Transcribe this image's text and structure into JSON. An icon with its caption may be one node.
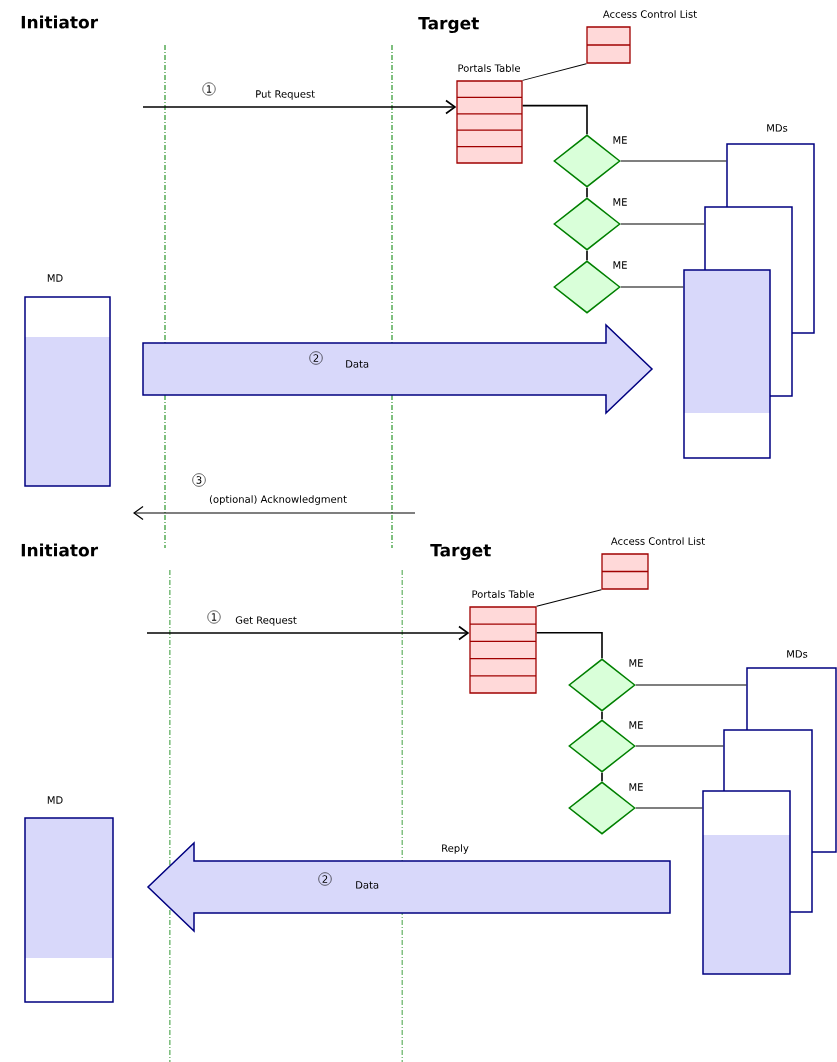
{
  "diagram": {
    "nodes": [
      {
        "text": [
          "Portals Table"
        ]
      },
      {
        "text": [
          "Access Control List"
        ]
      },
      {
        "text": [
          "ME"
        ]
      },
      {
        "text": [
          "ME"
        ]
      },
      {
        "text": [
          "ME"
        ]
      },
      {
        "text": [
          "MDs"
        ]
      },
      {
        "text": [],
        "shape": "box"
      },
      {
        "text": [],
        "shape": "box"
      },
      {
        "text": [
          "MD"
        ]
      },
      {
        "text": [
          "Portals Table"
        ]
      },
      {
        "text": [
          "Access Control List"
        ]
      },
      {
        "text": [
          "ME"
        ]
      },
      {
        "text": [
          "ME"
        ]
      },
      {
        "text": [
          "ME"
        ]
      },
      {
        "text": [
          "MDs"
        ]
      },
      {
        "text": [],
        "shape": "box"
      },
      {
        "text": [],
        "shape": "box"
      },
      {
        "text": [
          "MD"
        ]
      }
    ],
    "edges": [
      {
        "from": null,
        "to": 0,
        "arrow": "to",
        "label": "Put Request"
      },
      {
        "from": 0,
        "to": 1,
        "arrow": "none"
      },
      {
        "from": 0,
        "to": 2,
        "arrow": "none"
      },
      {
        "from": 2,
        "to": 3,
        "arrow": "none"
      },
      {
        "from": 3,
        "to": 4,
        "arrow": "none"
      },
      {
        "from": 2,
        "to": 5,
        "arrow": "none"
      },
      {
        "from": 3,
        "to": 6,
        "arrow": "none"
      },
      {
        "from": 4,
        "to": 7,
        "arrow": "none"
      },
      {
        "from": 8,
        "to": 7,
        "arrow": "to",
        "style": "thick",
        "label": "Data"
      },
      {
        "from": null,
        "to": 9,
        "arrow": "to",
        "label": "Get Request"
      },
      {
        "from": 9,
        "to": 10,
        "arrow": "none"
      },
      {
        "from": 9,
        "to": 11,
        "arrow": "none"
      },
      {
        "from": 11,
        "to": 12,
        "arrow": "none"
      },
      {
        "from": 12,
        "to": 13,
        "arrow": "none"
      },
      {
        "from": 11,
        "to": 14,
        "arrow": "none"
      },
      {
        "from": 12,
        "to": 15,
        "arrow": "none"
      },
      {
        "from": 13,
        "to": 16,
        "arrow": "none"
      },
      {
        "from": 16,
        "to": 17,
        "arrow": "to",
        "style": "thick",
        "label": "Data"
      }
    ],
    "labels": [
      "Initiator",
      "Target",
      "1",
      "2",
      "3",
      "(optional) Acknowledgment",
      "Initiator",
      "Target",
      "1",
      "Reply",
      "2"
    ]
  }
}
